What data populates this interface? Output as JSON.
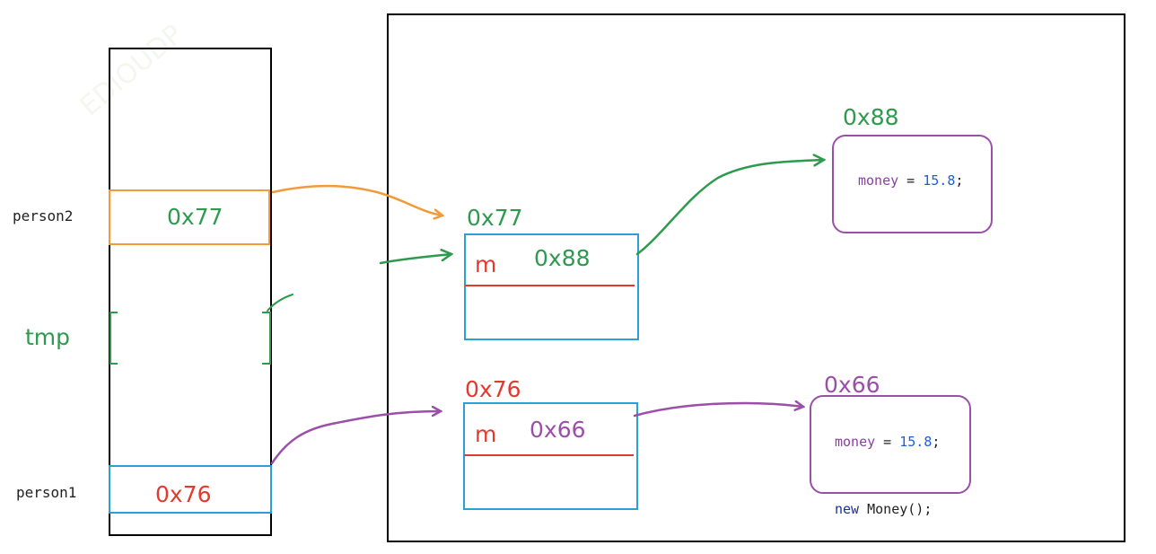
{
  "colors": {
    "green": "#2e9a4e",
    "red": "#e03b2e",
    "purple": "#9b4fa8",
    "orange": "#f29a3a",
    "blue": "#2a9fd8",
    "black": "#000000",
    "code_purple": "#8a3fa0",
    "code_number": "#1a5fd8",
    "code_keyword": "#1a2fa0"
  },
  "stack": {
    "person2_label": "person2",
    "person2_value": "0x77",
    "tmp_label": "tmp",
    "person1_label": "person1",
    "person1_value": "0x76"
  },
  "heap": {
    "obj_0x77": {
      "address": "0x77",
      "field_name": "m",
      "field_value": "0x88"
    },
    "obj_0x76": {
      "address": "0x76",
      "field_name": "m",
      "field_value": "0x66"
    },
    "money_0x88": {
      "address": "0x88",
      "code": {
        "field": "money",
        "op": " = ",
        "number": "15.8",
        "end": ";"
      }
    },
    "money_0x66": {
      "address": "0x66",
      "code": {
        "field": "money",
        "op": " = ",
        "number": "15.8",
        "end": ";"
      },
      "new_expr": {
        "keyword": "new",
        "class": " Money();"
      }
    }
  }
}
